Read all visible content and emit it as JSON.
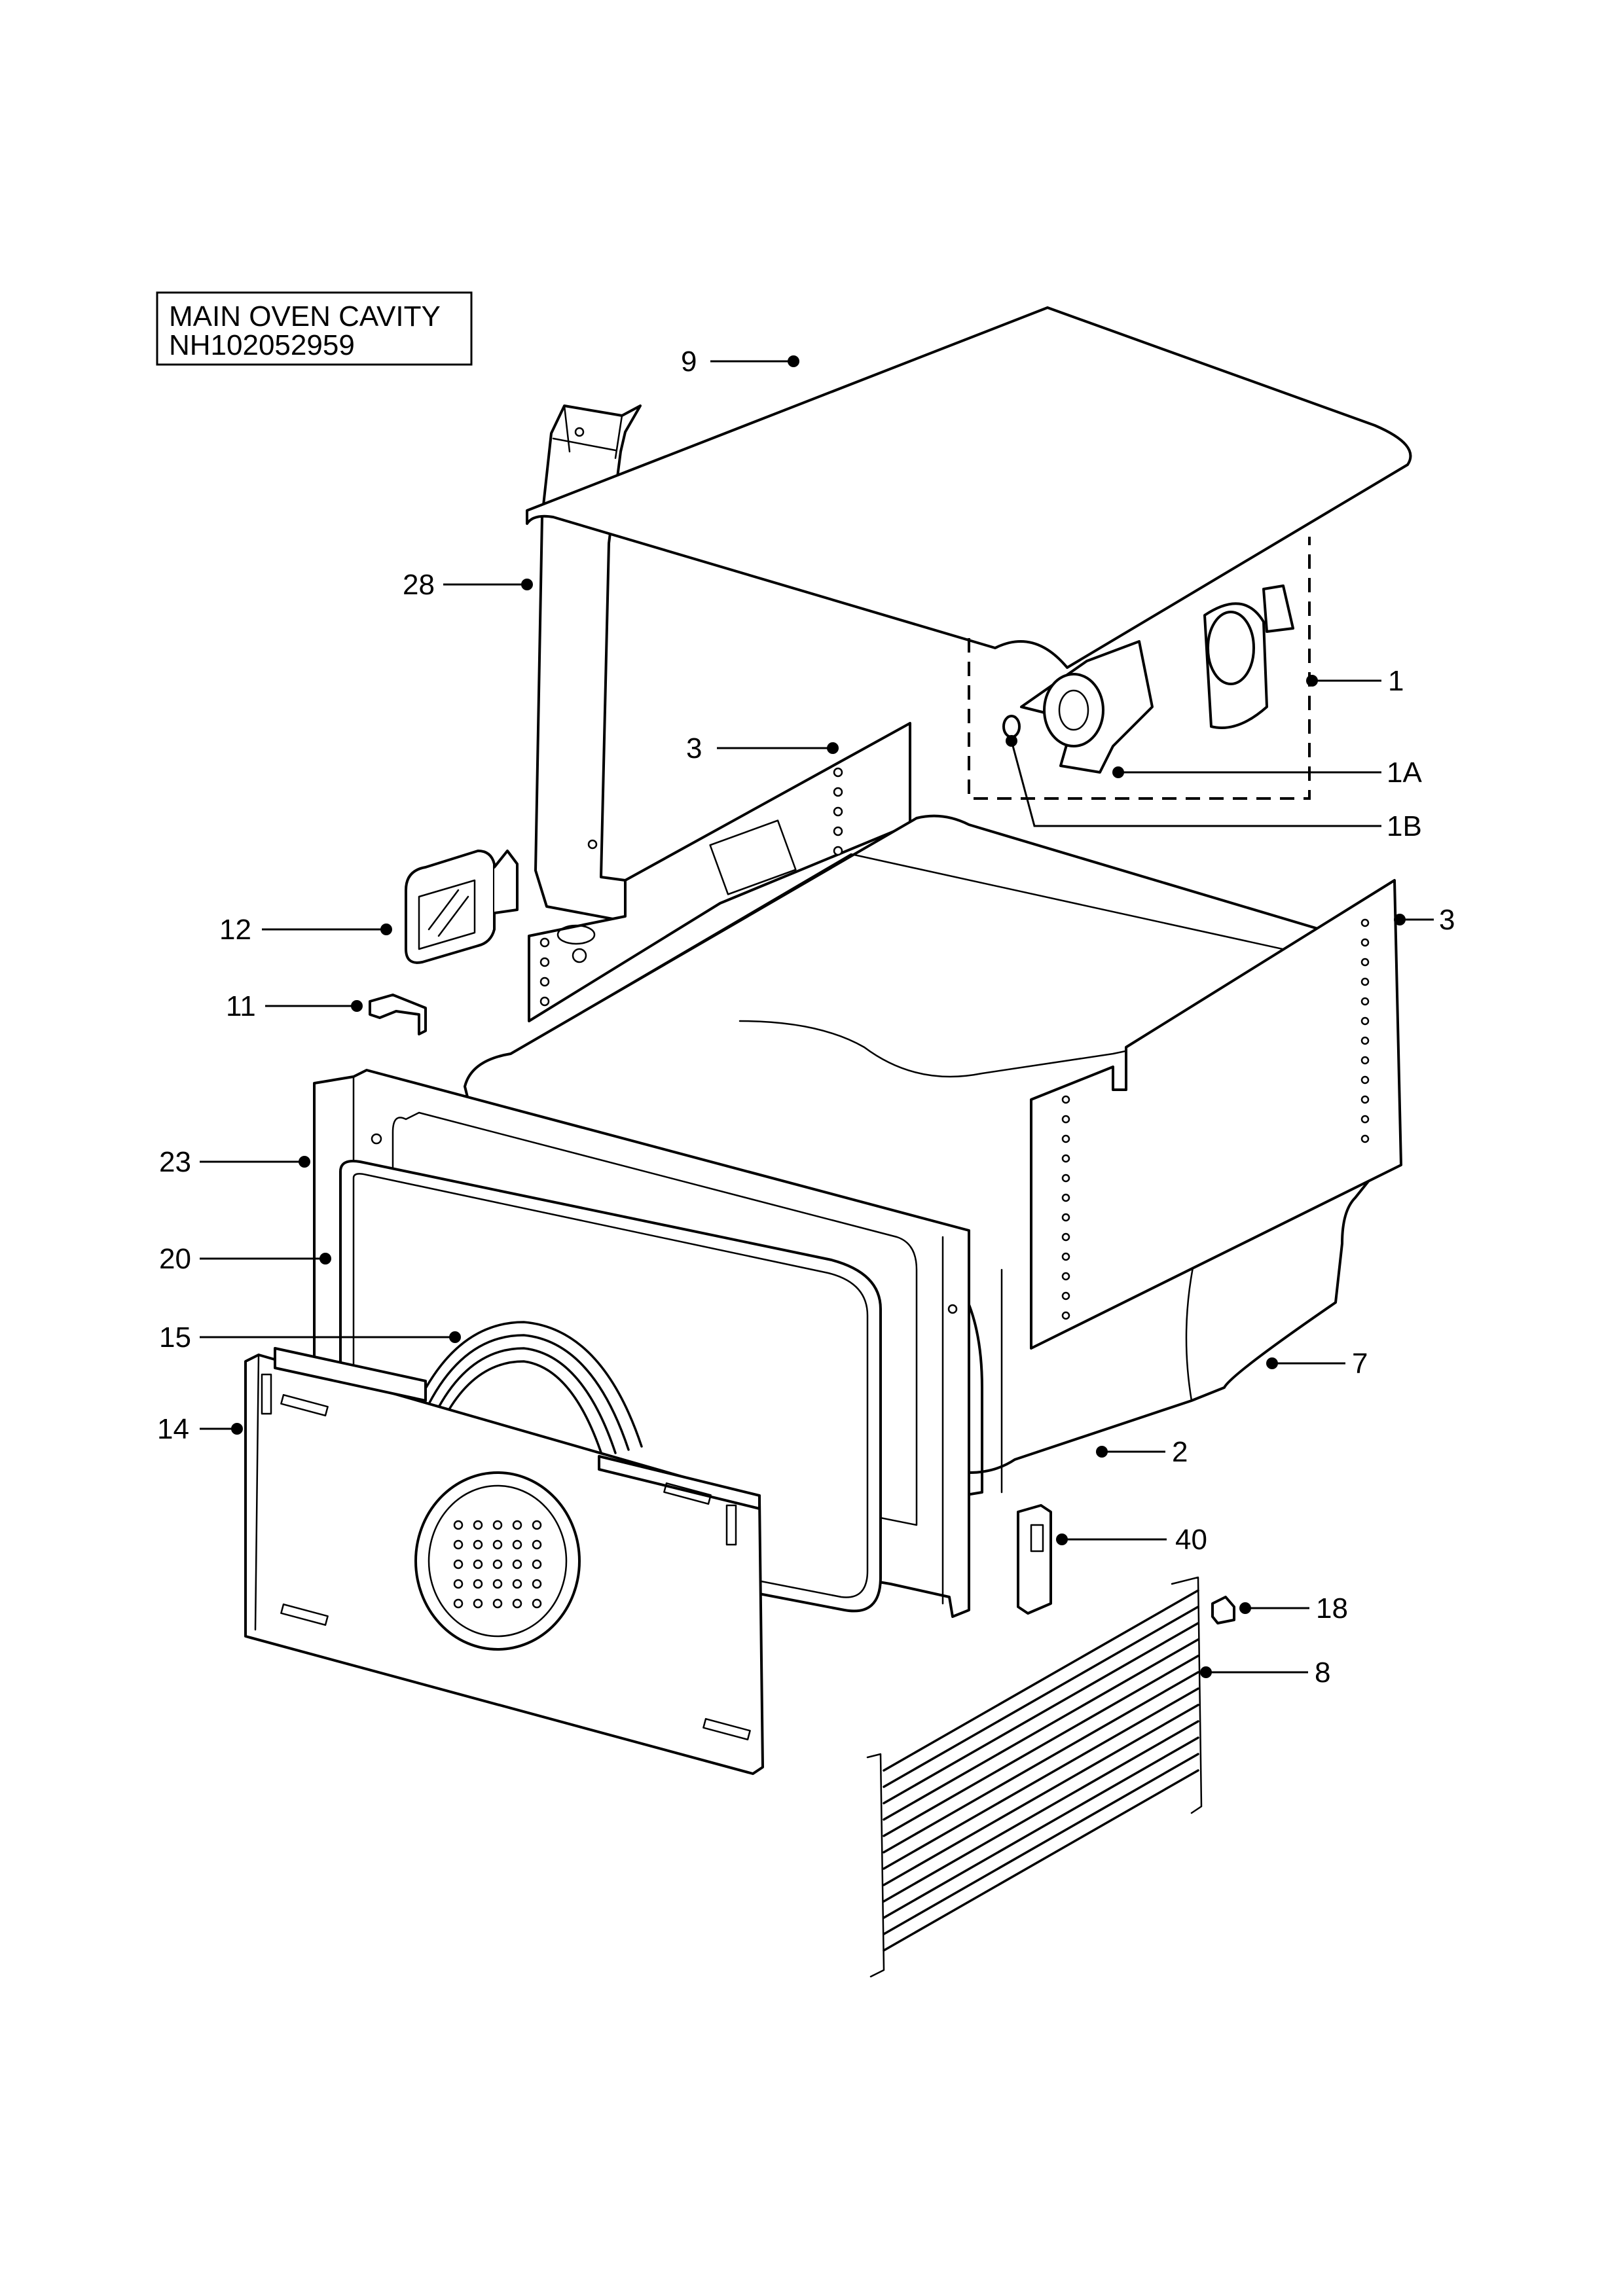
{
  "title": {
    "line1": "MAIN OVEN CAVITY",
    "line2": "NH102052959"
  },
  "callouts": [
    {
      "id": "c9",
      "label": "9"
    },
    {
      "id": "c28",
      "label": "28"
    },
    {
      "id": "c1",
      "label": "1"
    },
    {
      "id": "c3a",
      "label": "3"
    },
    {
      "id": "c1a",
      "label": "1A"
    },
    {
      "id": "c1b",
      "label": "1B"
    },
    {
      "id": "c12",
      "label": "12"
    },
    {
      "id": "c3b",
      "label": "3"
    },
    {
      "id": "c11",
      "label": "11"
    },
    {
      "id": "c23",
      "label": "23"
    },
    {
      "id": "c20",
      "label": "20"
    },
    {
      "id": "c15",
      "label": "15"
    },
    {
      "id": "c7",
      "label": "7"
    },
    {
      "id": "c14",
      "label": "14"
    },
    {
      "id": "c2",
      "label": "2"
    },
    {
      "id": "c40",
      "label": "40"
    },
    {
      "id": "c18",
      "label": "18"
    },
    {
      "id": "c8",
      "label": "8"
    }
  ],
  "colors": {
    "ink": "#000000",
    "paper": "#ffffff"
  }
}
